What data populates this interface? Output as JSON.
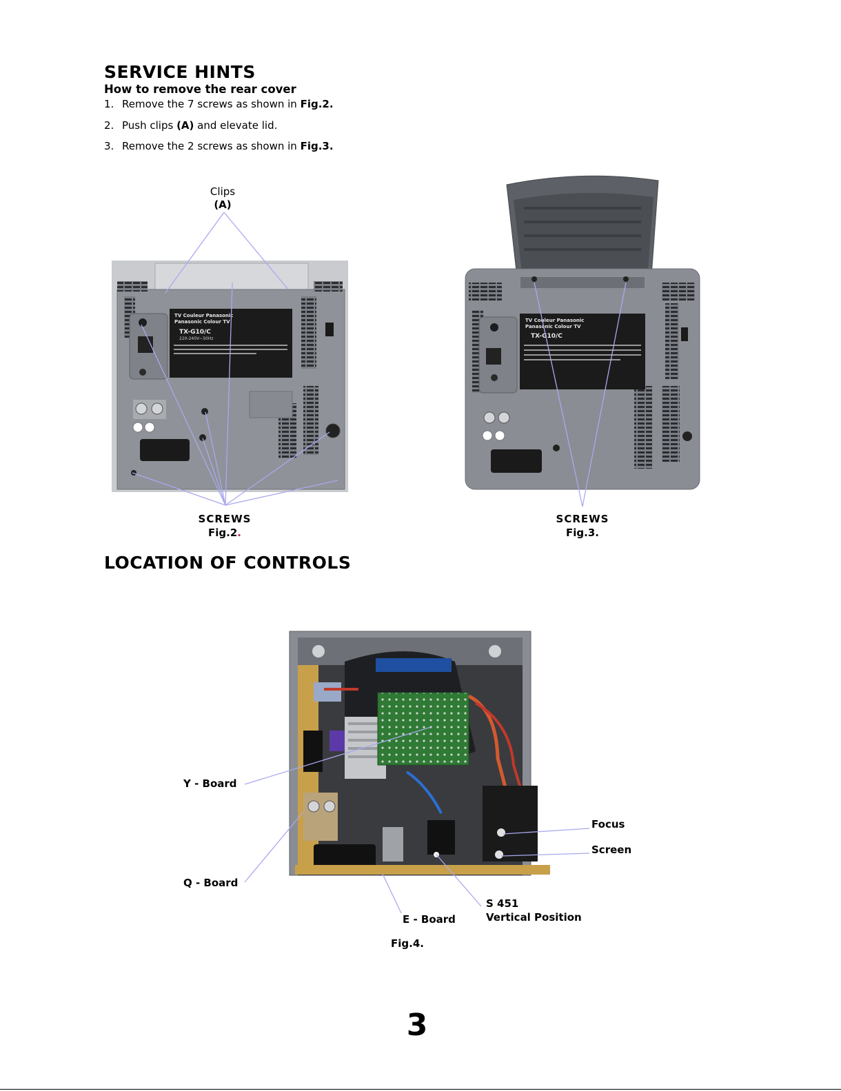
{
  "heading_service": "SERVICE HINTS",
  "subheading_rear": "How to remove the rear cover",
  "steps": [
    {
      "num": "1.",
      "pre": "Remove the 7 screws as shown in ",
      "bold": "Fig.2.",
      "post": ""
    },
    {
      "num": "2.",
      "pre": "Push clips ",
      "bold": "(A)",
      "post": " and elevate lid."
    },
    {
      "num": "3.",
      "pre": "Remove the 2 screws as shown in ",
      "bold": "Fig.3.",
      "post": ""
    }
  ],
  "fig2": {
    "clips_label": "Clips",
    "clips_tag": "(A)",
    "screws_label": "SCREWS",
    "caption": "Fig.2",
    "caption_dot": "."
  },
  "fig3": {
    "screws_label": "SCREWS",
    "caption": "Fig.3."
  },
  "heading_location": "LOCATION OF CONTROLS",
  "fig4": {
    "y_board": "Y - Board",
    "q_board": "Q - Board",
    "e_board": "E - Board",
    "focus": "Focus",
    "screen": "Screen",
    "s451": "S 451",
    "vertical_position": "Vertical Position",
    "caption": "Fig.4."
  },
  "label_plate": {
    "line1": "TV Couleur Panasonic",
    "line2": "Panasonic Colour TV",
    "model": "TX-G10/C",
    "voltage": "220-240V~50Hz"
  },
  "page_number": "3",
  "colors": {
    "leader": "#a9a9ef",
    "cabinet": "#8a8d93",
    "cabinet_dark": "#5d6066",
    "plate": "#1b1b1b",
    "pcb": "#2e7d32",
    "accent_dot": "#c2185b"
  }
}
